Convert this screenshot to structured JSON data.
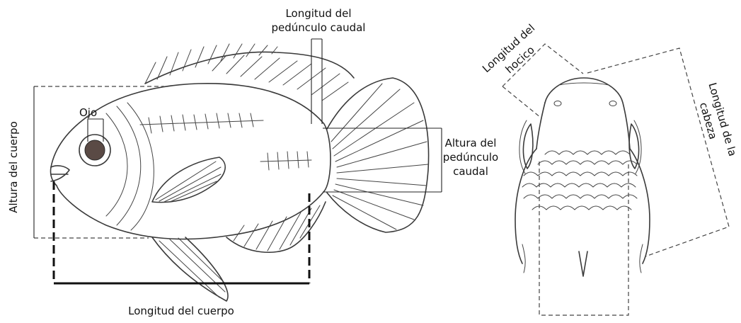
{
  "labels": {
    "body_length": "Longitud del cuerpo",
    "body_height": "Altura del cuerpo",
    "eye": "Ojo",
    "peduncle_length_line1": "Longitud del",
    "peduncle_length_line2": "pedúnculo caudal",
    "peduncle_height_line1": "Altura del",
    "peduncle_height_line2": "pedúnculo",
    "peduncle_height_line3": "caudal",
    "snout_length_line1": "Longitud del",
    "snout_length_line2": "hocico",
    "head_length_line1": "Longitud de la",
    "head_length_line2": "cabeza"
  }
}
